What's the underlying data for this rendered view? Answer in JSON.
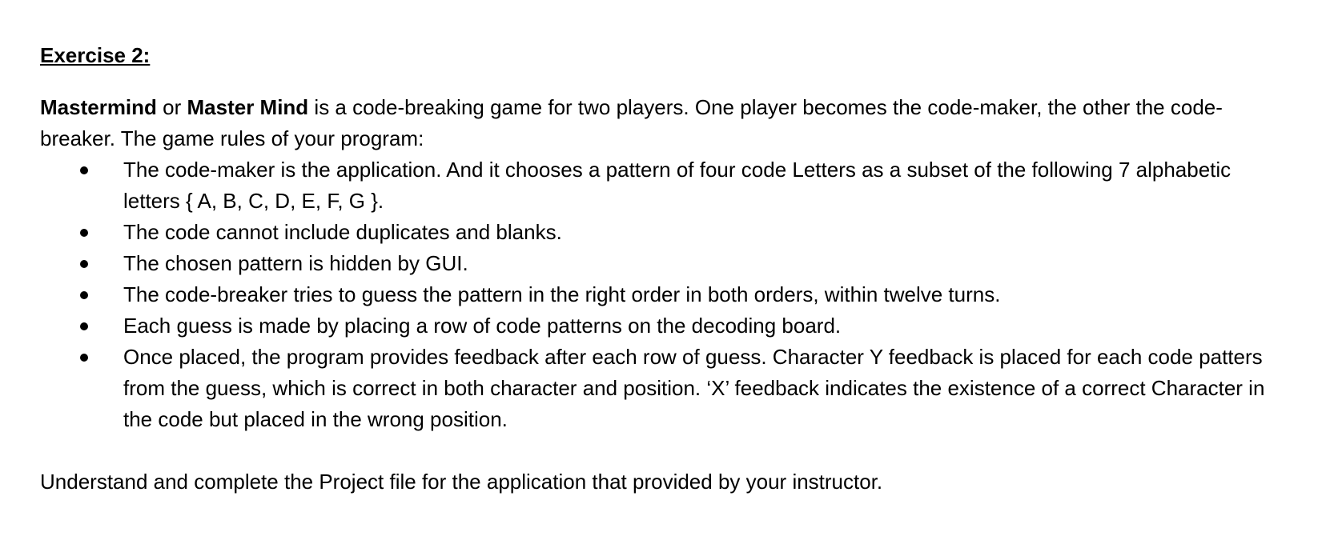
{
  "heading": "Exercise 2:",
  "intro": {
    "term1": "Mastermind",
    "connector": " or ",
    "term2": "Master Mind",
    "rest": " is a code-breaking game for two players. One player becomes the code-maker, the other the code-breaker. The game rules of your program:"
  },
  "rules": [
    "The code-maker is the application. And it chooses a pattern of four code Letters as a subset of the following 7 alphabetic letters { A, B, C, D, E, F, G }.",
    "The code cannot include duplicates and blanks.",
    "The chosen pattern is hidden by GUI.",
    "The code-breaker tries to guess the pattern in the right order in both orders, within twelve turns.",
    "Each guess is made by placing a row of code patterns on the decoding board.",
    "Once placed, the program provides feedback after each row of guess. Character Y feedback is placed for each code patters from the guess, which is correct in both character and position. ‘X’ feedback indicates the existence of a correct Character in the code but placed in the wrong position."
  ],
  "closing": "Understand and complete the Project file for the application that provided by your instructor."
}
